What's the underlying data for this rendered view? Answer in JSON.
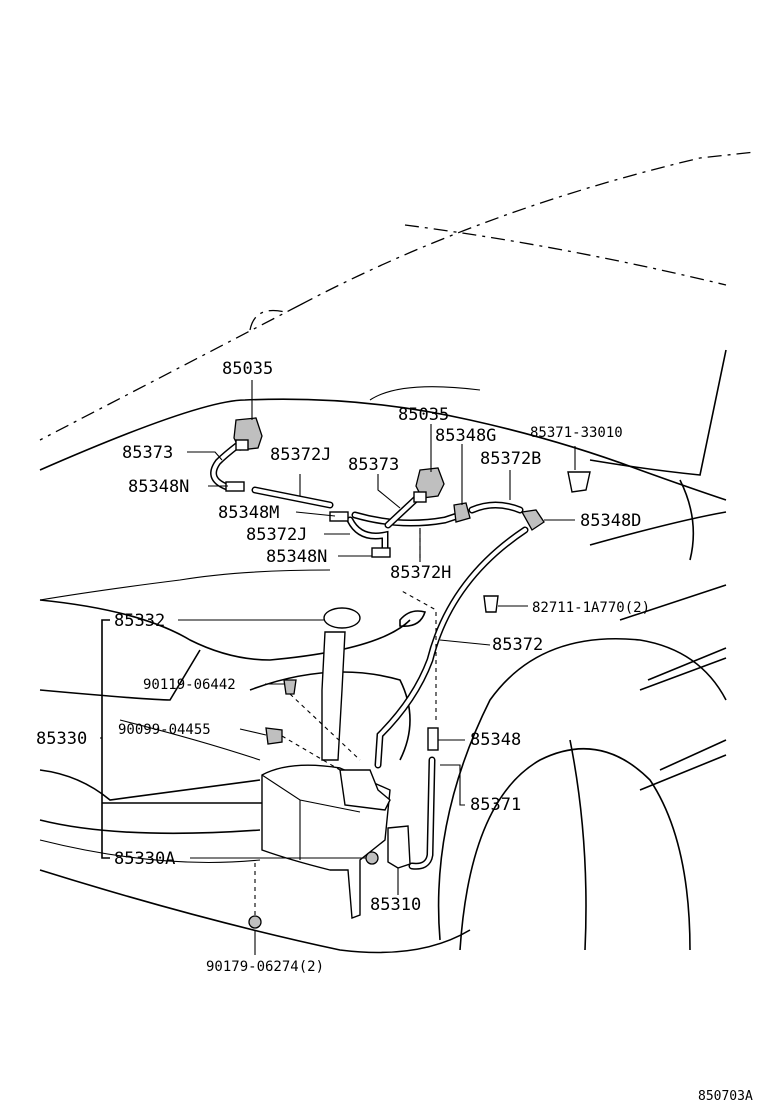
{
  "diagram_code": "850703A",
  "labels": {
    "nozzle_left": "85035",
    "nozzle_right": "85035",
    "hose_85373_a": "85373",
    "hose_85372J_a": "85372J",
    "hose_85373_b": "85373",
    "joint_85348G": "85348G",
    "hose_85372B": "85372B",
    "clip_85371_33010": "85371-33010",
    "joint_85348N_a": "85348N",
    "joint_85348M": "85348M",
    "hose_85372J_b": "85372J",
    "joint_85348N_b": "85348N",
    "hose_85372H": "85372H",
    "joint_85348D": "85348D",
    "cap_85332": "85332",
    "clip_82711": "82711-1A770(2)",
    "hose_85372": "85372",
    "bolt_90119": "90119-06442",
    "screw_90099": "90099-04455",
    "tank_85330": "85330",
    "joint_85348": "85348",
    "hose_85371": "85371",
    "grommet_85330A": "85330A",
    "pump_85310": "85310",
    "nut_90179": "90179-06274(2)"
  }
}
